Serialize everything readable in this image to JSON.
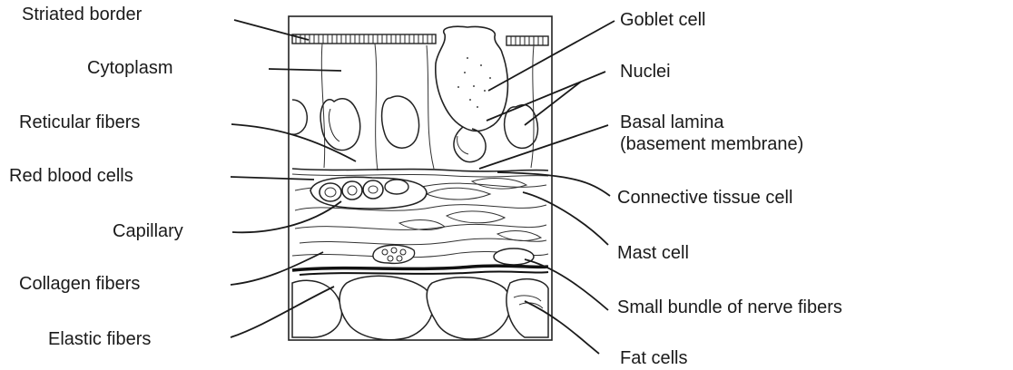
{
  "diagram": {
    "labels_left": {
      "striated_border": "Striated border",
      "cytoplasm": "Cytoplasm",
      "reticular_fibers": "Reticular fibers",
      "red_blood_cells": "Red blood cells",
      "capillary": "Capillary",
      "collagen_fibers": "Collagen fibers",
      "elastic_fibers": "Elastic fibers"
    },
    "labels_right": {
      "goblet_cell": "Goblet cell",
      "nuclei": "Nuclei",
      "basal_lamina": "Basal lamina",
      "basement_membrane": "(basement membrane)",
      "connective_tissue_cell": "Connective tissue cell",
      "mast_cell": "Mast cell",
      "nerve_bundle": "Small bundle of nerve fibers",
      "fat_cells": "Fat cells"
    }
  }
}
